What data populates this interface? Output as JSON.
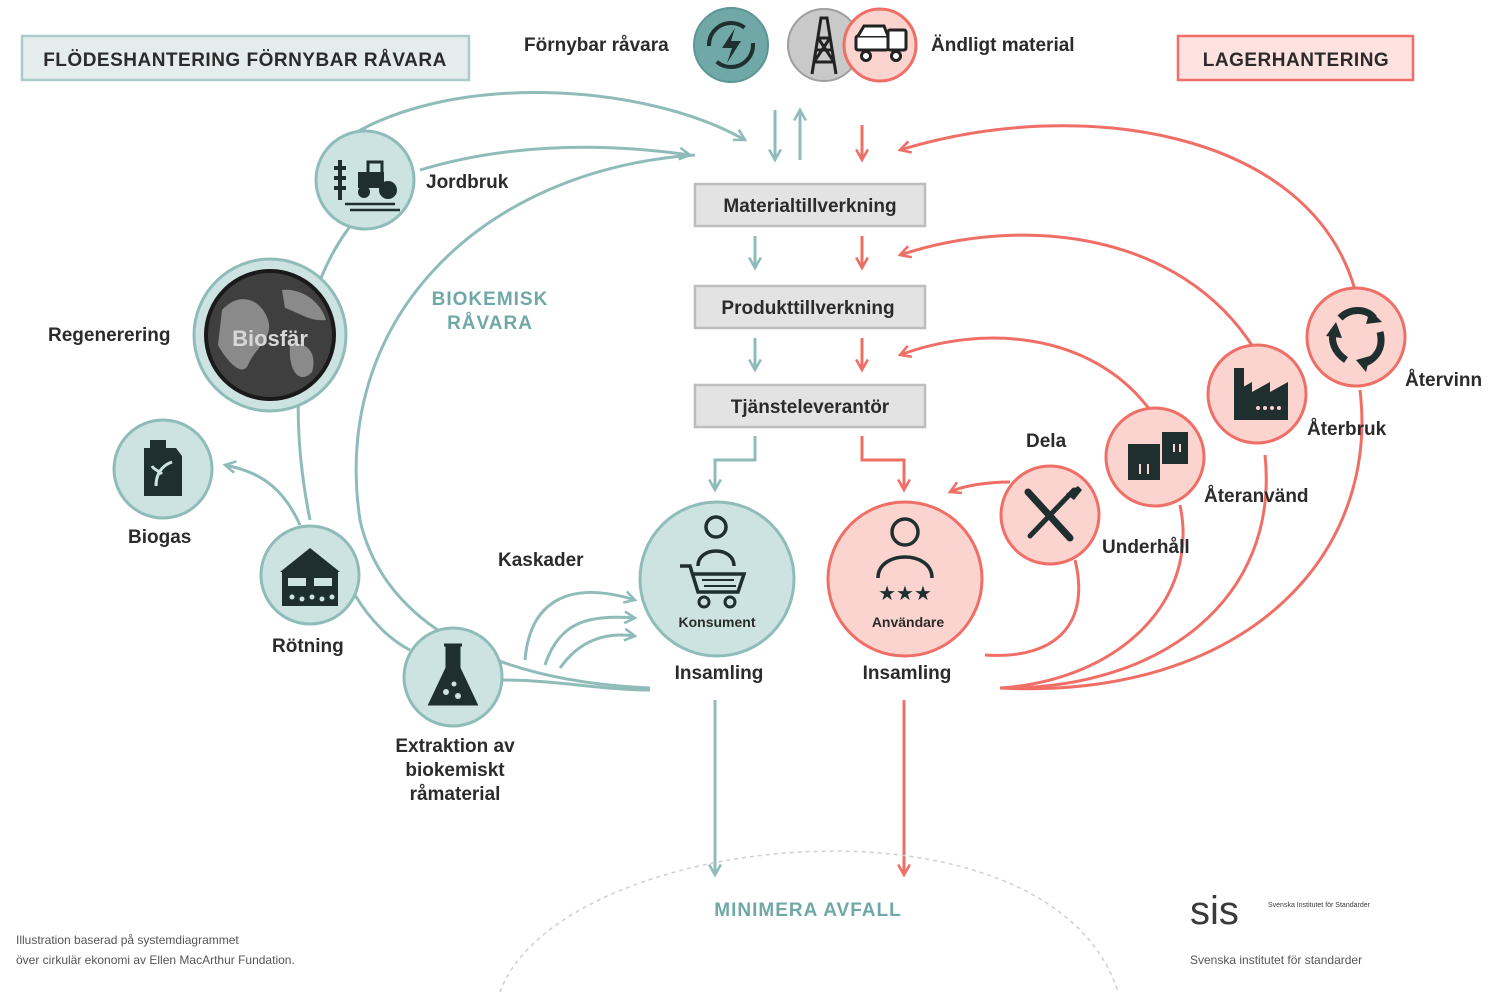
{
  "headers": {
    "left": "FLÖDESHANTERING FÖRNYBAR RÅVARA",
    "right": "LAGERHANTERING"
  },
  "top": {
    "renewable": "Förnybar råvara",
    "finite": "Ändligt material"
  },
  "process": {
    "material": "Materialtillverkning",
    "product": "Produkttillverkning",
    "service": "Tjänsteleverantör"
  },
  "bio": {
    "center": "BIOKEMISK\nRÅVARA",
    "center_line1": "BIOKEMISK",
    "center_line2": "RÅVARA",
    "jordbruk": "Jordbruk",
    "regenerering": "Regenerering",
    "biosfar": "Biosfär",
    "biogas": "Biogas",
    "rotning": "Rötning",
    "extraktion_1": "Extraktion av",
    "extraktion_2": "biokemiskt",
    "extraktion_3": "råmaterial",
    "kaskader": "Kaskader",
    "konsument": "Konsument",
    "insamling": "Insamling"
  },
  "tech": {
    "anvandare": "Användare",
    "insamling": "Insamling",
    "dela": "Dela",
    "underhall": "Underhåll",
    "ateranvand": "Återanvänd",
    "aterbruk": "Återbruk",
    "atervinn": "Återvinn"
  },
  "bottom": {
    "minimera": "MINIMERA AVFALL",
    "footnote_1": "Illustration baserad på systemdiagrammet",
    "footnote_2": "över cirkulär ekonomi av Ellen MacArthur Fundation.",
    "sis_logo": "sis",
    "sis_small": "Svenska Institutet för Standarder",
    "sis_name": "Svenska institutet för standarder"
  },
  "colors": {
    "teal": "#8fbcb9",
    "teal_fill": "#cde3e1",
    "coral": "#ef6f67",
    "coral_fill": "#fbd3cf",
    "box_fill": "#e3e3e3",
    "box_stroke": "#bdbdbd"
  },
  "icons": [
    "bolt-recycle-icon",
    "oil-derrick-icon",
    "truck-icon",
    "wheat-tractor-icon",
    "globe-icon",
    "fuel-can-icon",
    "digester-icon",
    "flask-icon",
    "consumer-cart-icon",
    "user-stars-icon",
    "wrench-screwdriver-icon",
    "boxes-icon",
    "factory-icon",
    "recycle-arrows-icon"
  ]
}
